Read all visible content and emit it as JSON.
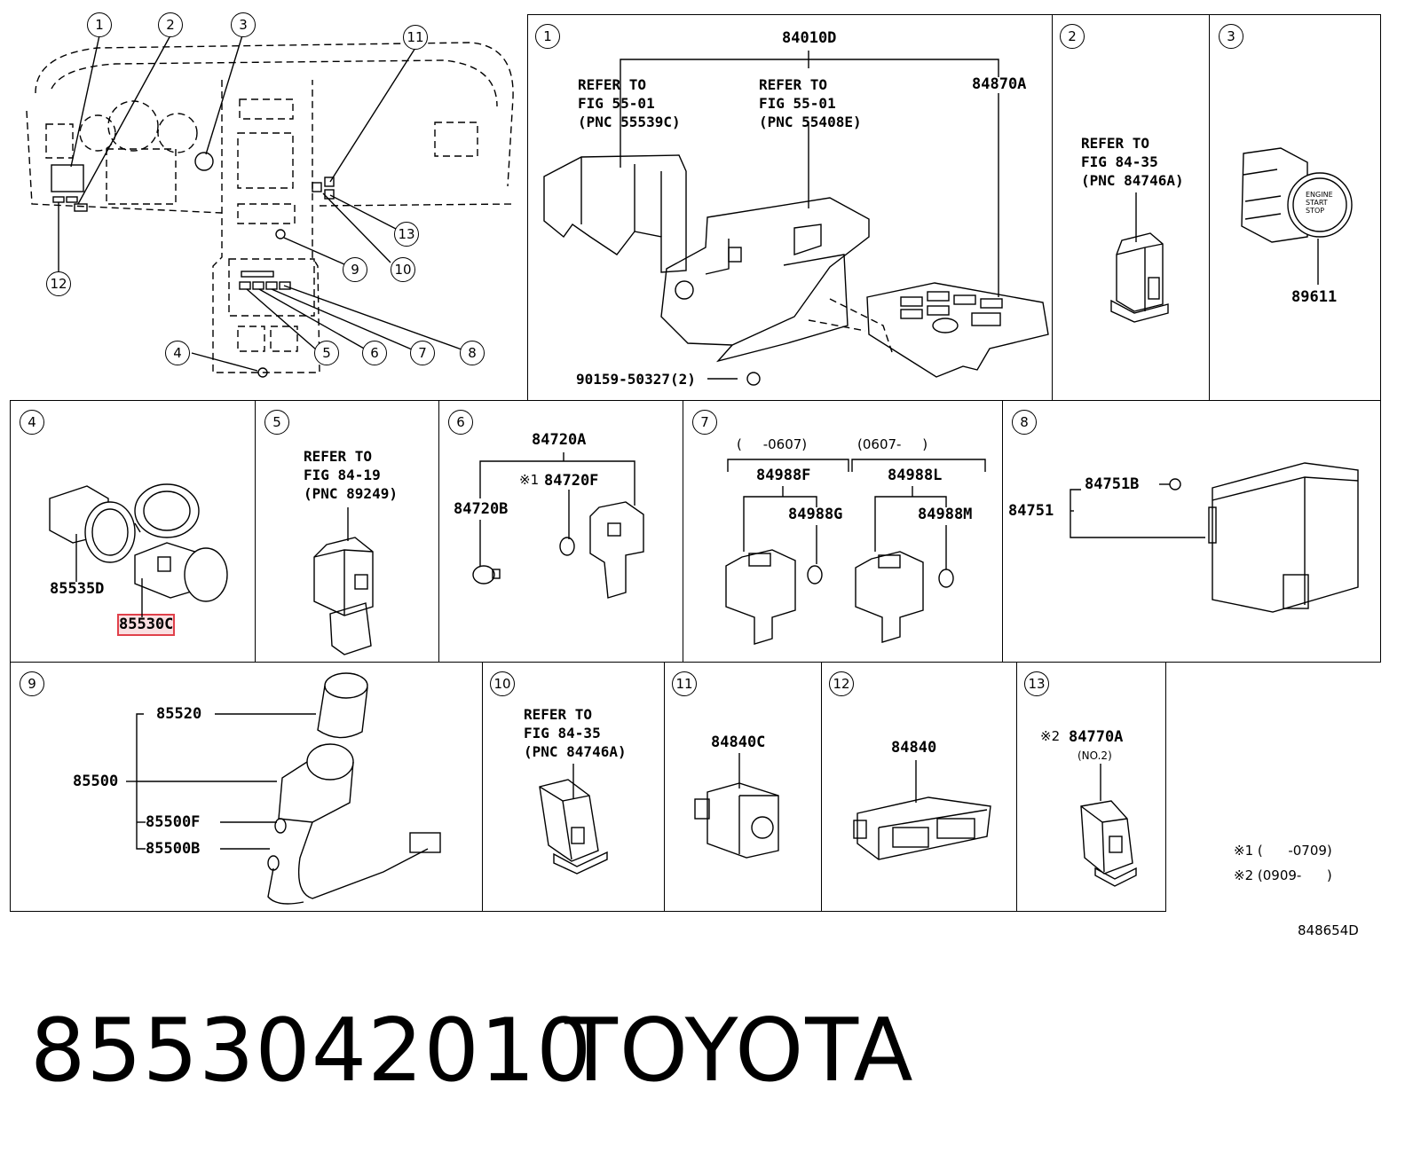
{
  "overview": {
    "callouts": [
      "1",
      "2",
      "3",
      "4",
      "5",
      "6",
      "7",
      "8",
      "9",
      "10",
      "11",
      "12",
      "13"
    ]
  },
  "panel1": {
    "num": "1",
    "top_label": "84010D",
    "ref1": "REFER TO\nFIG 55-01\n(PNC 55539C)",
    "ref2": "REFER TO\nFIG 55-01\n(PNC 55408E)",
    "right_label": "84870A",
    "bolt_label": "90159-50327(2)"
  },
  "panel2": {
    "num": "2",
    "ref": "REFER TO\nFIG 84-35\n(PNC 84746A)"
  },
  "panel3": {
    "num": "3",
    "label": "89611",
    "button_text": "ENGINE\nSTART\nSTOP"
  },
  "panel4": {
    "num": "4",
    "label_a": "85535D",
    "label_b": "85530C"
  },
  "panel5": {
    "num": "5",
    "ref": "REFER TO\nFIG 84-19\n(PNC 89249)"
  },
  "panel6": {
    "num": "6",
    "top_label": "84720A",
    "mark": "※1",
    "label_f": "84720F",
    "label_b": "84720B"
  },
  "panel7": {
    "num": "7",
    "range_left": "(     -0607)",
    "range_right": "(0607-     )",
    "label_f": "84988F",
    "label_g": "84988G",
    "label_l": "84988L",
    "label_m": "84988M"
  },
  "panel8": {
    "num": "8",
    "label_b": "84751B",
    "label": "84751"
  },
  "panel9": {
    "num": "9",
    "l1": "85520",
    "l2": "85500",
    "l3": "85500F",
    "l4": "85500B"
  },
  "panel10": {
    "num": "10",
    "ref": "REFER TO\nFIG 84-35\n(PNC 84746A)"
  },
  "panel11": {
    "num": "11",
    "label": "84840C"
  },
  "panel12": {
    "num": "12",
    "label": "84840"
  },
  "panel13": {
    "num": "13",
    "mark": "※2",
    "label": "84770A",
    "sub": "(NO.2)"
  },
  "footnotes": {
    "n1": "※1 (      -0709)",
    "n2": "※2 (0909-      )"
  },
  "drawing_id": "848654D",
  "caption": {
    "part_number": "8553042010",
    "brand": "TOYOTA"
  }
}
